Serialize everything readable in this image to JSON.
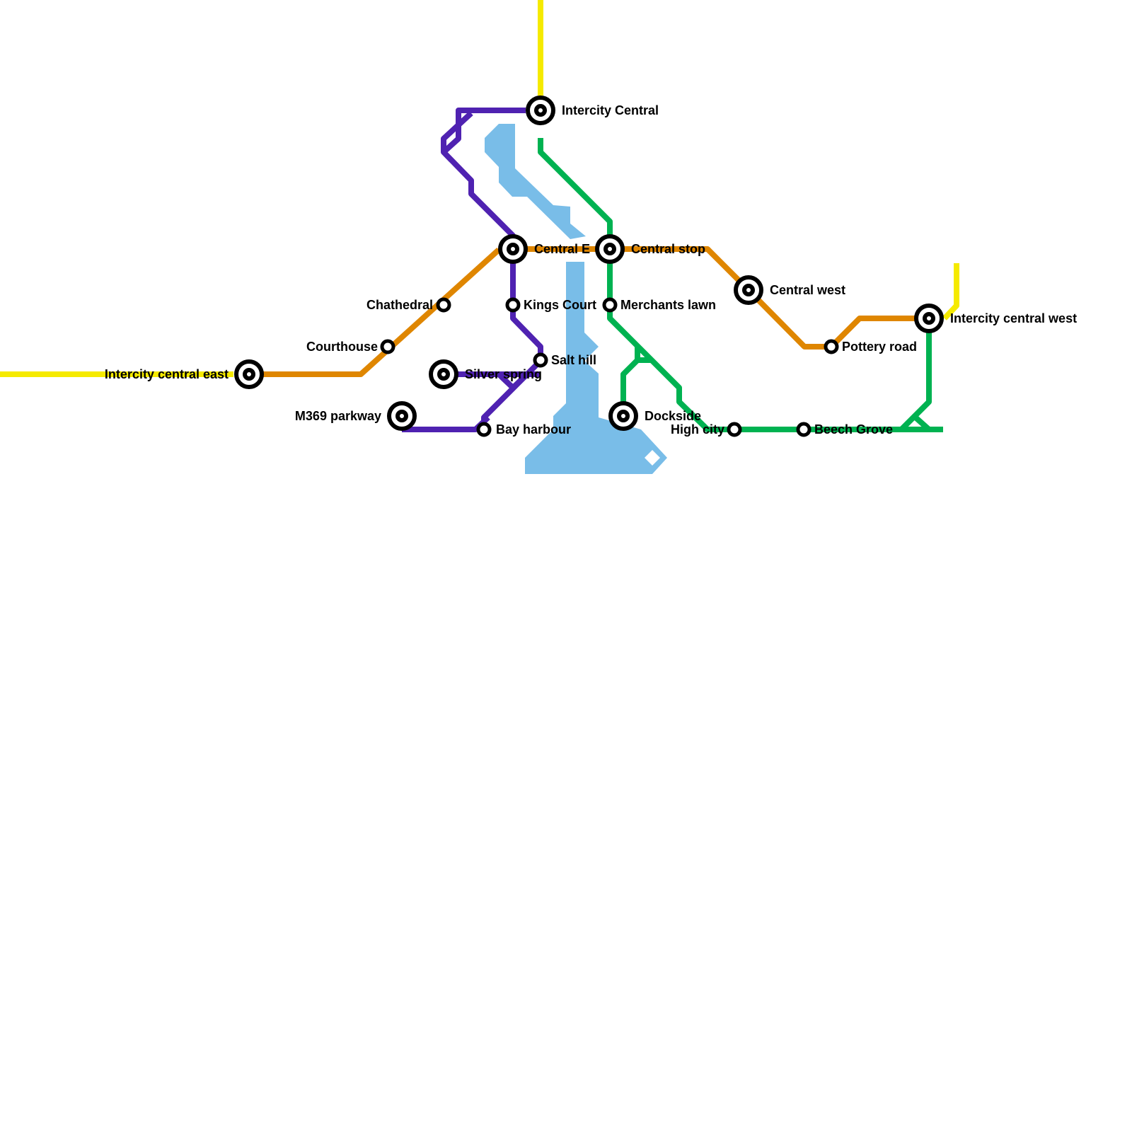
{
  "map": {
    "lines": {
      "yellow": {
        "color": "#f5ea00"
      },
      "orange": {
        "color": "#df8600"
      },
      "purple": {
        "color": "#4f22b1"
      },
      "green": {
        "color": "#00b251"
      },
      "water": {
        "color": "#79bde8"
      }
    },
    "stations": {
      "intercity_central": "Intercity Central",
      "central_e": "Central E",
      "central_stop": "Central stop",
      "central_west": "Central west",
      "intercity_central_west": "Intercity central west",
      "intercity_central_east": "Intercity central east",
      "chathedral": "Chathedral",
      "courthouse": "Courthouse",
      "kings_court": "Kings Court",
      "merchants_lawn": "Merchants lawn",
      "salt_hill": "Salt hill",
      "silver_spring": "Silver spring",
      "m369_parkway": "M369 parkway",
      "bay_harbour": "Bay harbour",
      "dockside": "Dockside",
      "high_city": "High city",
      "beech_grove": "Beech Grove",
      "pottery_road": "Pottery road"
    }
  }
}
